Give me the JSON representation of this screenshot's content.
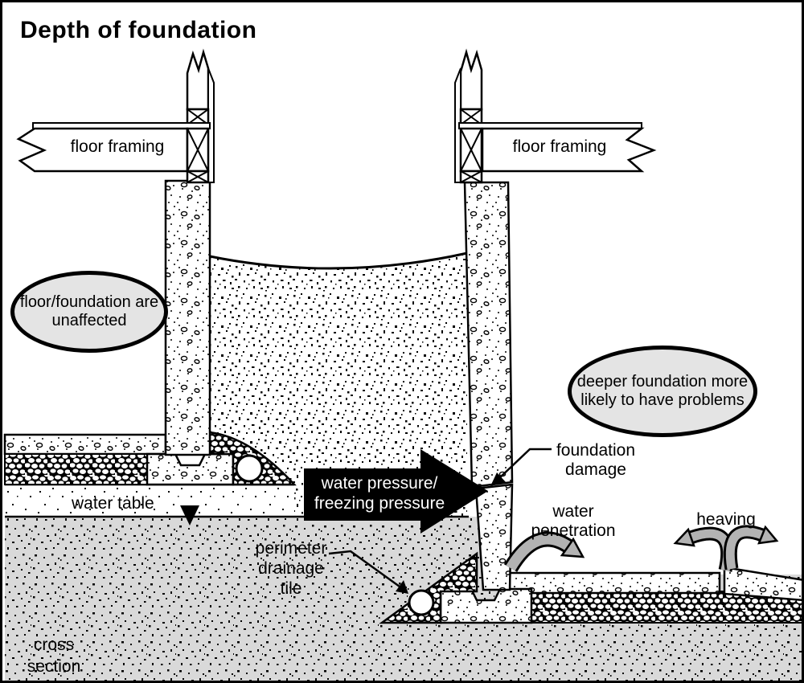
{
  "title": "Depth of foundation",
  "labels": {
    "floor_framing_left": "floor framing",
    "floor_framing_right": "floor framing",
    "oval_left": {
      "line1": "floor/foundation",
      "line2": "are unaffected"
    },
    "oval_right": {
      "line1": "deeper foundation",
      "line2": "more likely to",
      "line3": "have problems"
    },
    "pressure_arrow": {
      "line1": "water pressure/",
      "line2": "freezing pressure"
    },
    "foundation_damage": {
      "line1": "foundation",
      "line2": "damage"
    },
    "water_table": "water table",
    "perimeter_tile": {
      "line1": "perimeter",
      "line2": "drainage",
      "line3": "tile"
    },
    "water_penetration": {
      "line1": "water",
      "line2": "penetration"
    },
    "heaving": "heaving",
    "cross_section": {
      "line1": "cross",
      "line2": "section"
    }
  },
  "colors": {
    "line_black": "#000000",
    "background_white": "#ffffff",
    "below_water_table_gray": "#d9d9d9",
    "callout_oval_fill": "#e4e4e4",
    "soft_arrow_gray": "#b3b3b3",
    "pressure_arrow_fill": "#000000"
  }
}
